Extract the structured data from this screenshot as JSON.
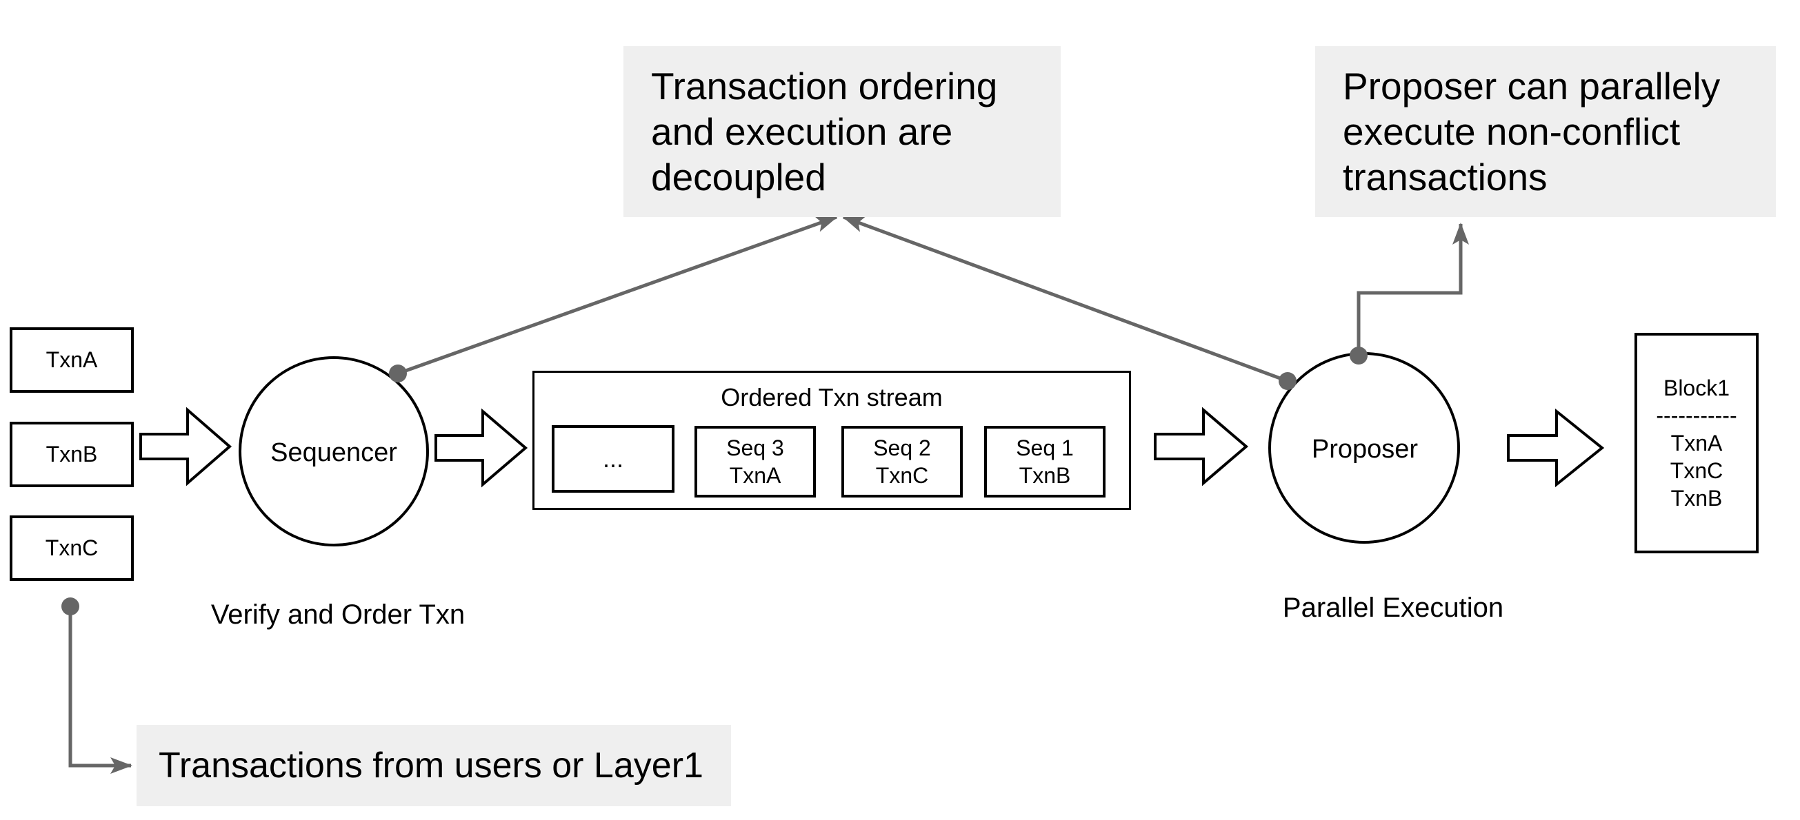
{
  "notes": {
    "ordering": "Transaction ordering and execution are decoupled",
    "parallel": "Proposer can parallely execute non-conflict transactions",
    "source": "Transactions from users or Layer1"
  },
  "inputs": {
    "txn_a": "TxnA",
    "txn_b": "TxnB",
    "txn_c": "TxnC"
  },
  "sequencer": {
    "label": "Sequencer",
    "caption": "Verify and Order Txn"
  },
  "proposer": {
    "label": "Proposer",
    "caption": "Parallel Execution"
  },
  "stream": {
    "title": "Ordered Txn stream",
    "items": [
      {
        "line1": "...",
        "line2": ""
      },
      {
        "line1": "Seq 3",
        "line2": "TxnA"
      },
      {
        "line1": "Seq 2",
        "line2": "TxnC"
      },
      {
        "line1": "Seq 1",
        "line2": "TxnB"
      }
    ]
  },
  "block": {
    "title": "Block1",
    "divider": "-----------",
    "txn_1": "TxnA",
    "txn_2": "TxnC",
    "txn_3": "TxnB"
  },
  "colors": {
    "connector_gray": "#666666",
    "note_background": "#efefef",
    "shape_stroke": "#000000",
    "background": "#ffffff"
  }
}
